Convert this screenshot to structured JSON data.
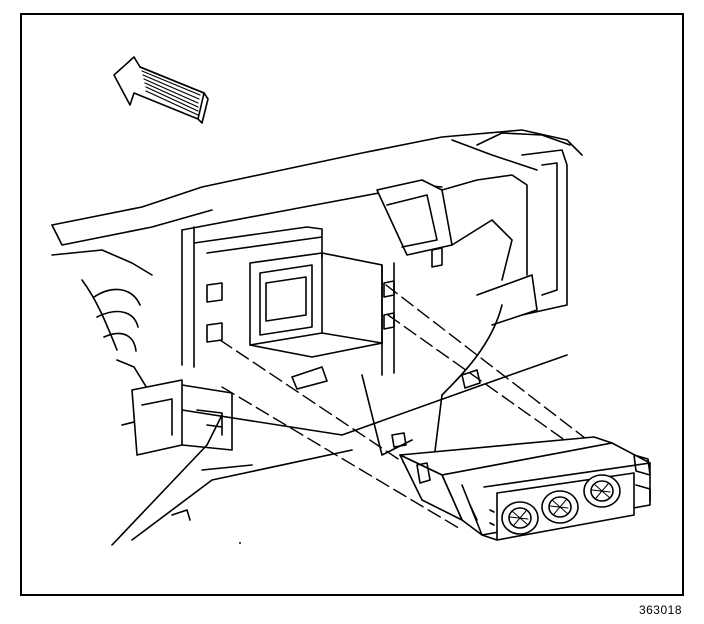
{
  "figure": {
    "id_label": "363018",
    "line_color": "#000000",
    "background_color": "#ffffff"
  },
  "parts": {
    "arrow": "direction-arrow-icon",
    "instrument_panel": "instrument-panel-frame",
    "module": "hvac-control-module",
    "knobs": [
      "left-control-knob",
      "center-control-knob",
      "right-control-knob"
    ]
  }
}
